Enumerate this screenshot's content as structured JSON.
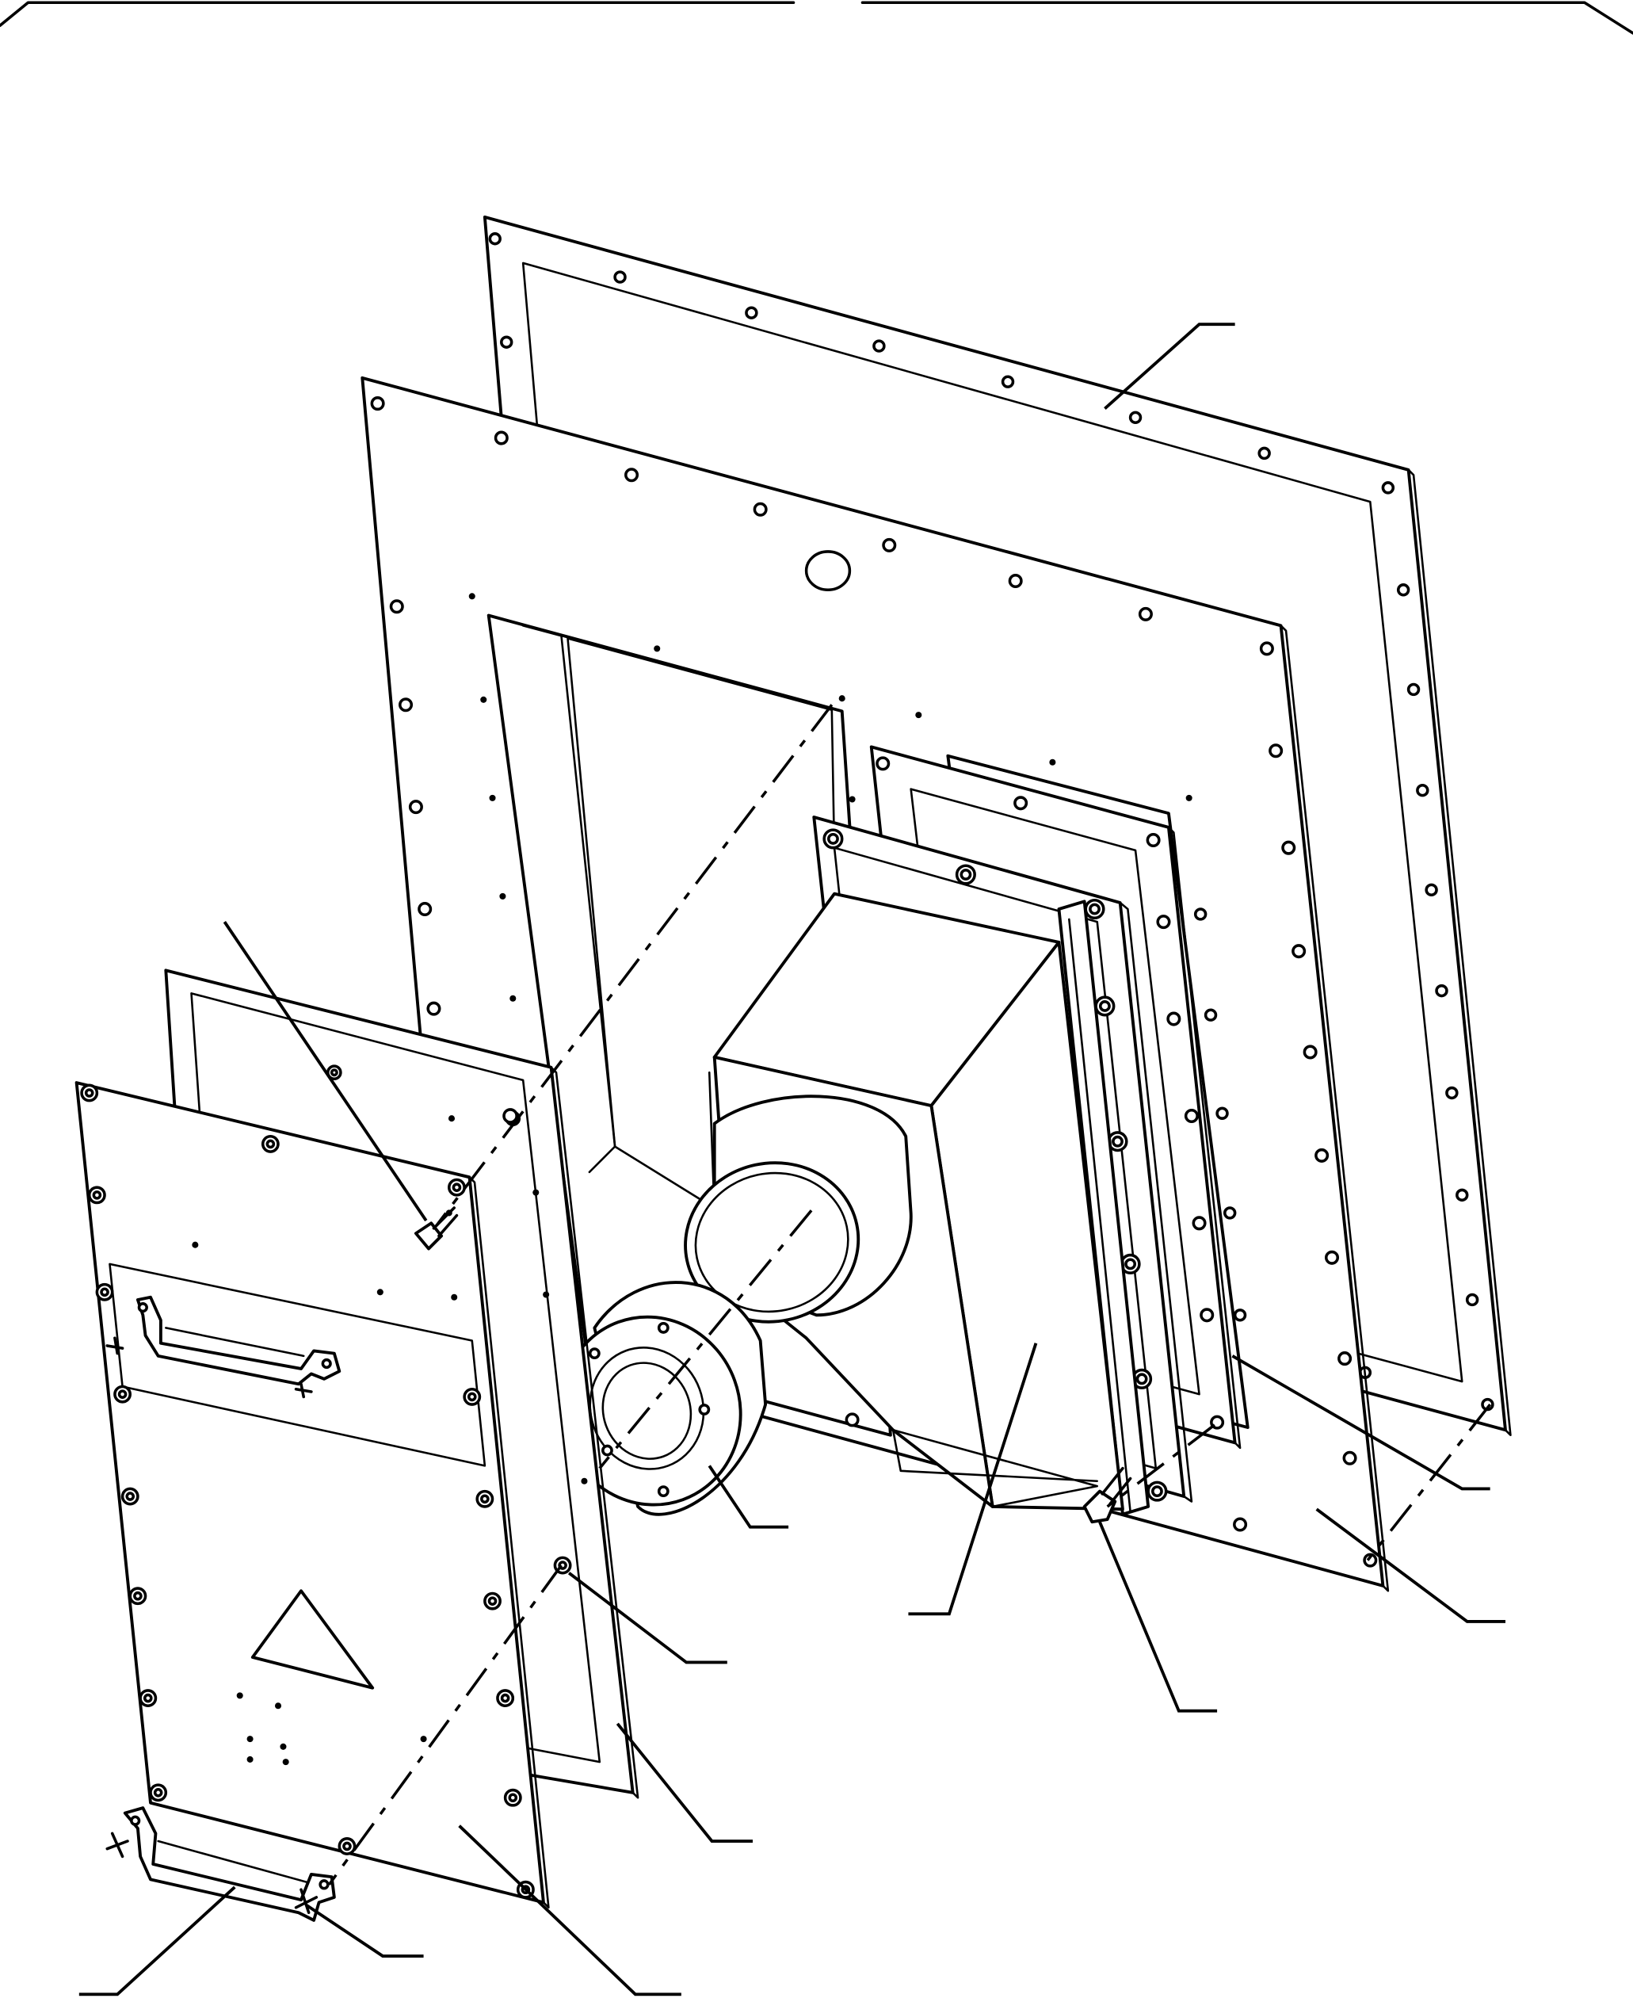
{
  "drawing": {
    "kind": "exploded assembly line drawing",
    "ink_color": "#000000",
    "paper_color": "#ffffff"
  },
  "parts": [
    {
      "name": "rear-gasket-frame",
      "callout": ""
    },
    {
      "name": "mounting-plate",
      "callout": ""
    },
    {
      "name": "flange-gasket",
      "callout": ""
    },
    {
      "name": "transition-duct",
      "callout": ""
    },
    {
      "name": "duct-collar",
      "callout": ""
    },
    {
      "name": "outer-flange-ring",
      "callout": ""
    },
    {
      "name": "front-gasket-frame",
      "callout": ""
    },
    {
      "name": "access-cover-plate",
      "callout": ""
    },
    {
      "name": "carry-handle",
      "callout": ""
    },
    {
      "name": "hex-bolts",
      "callout": ""
    },
    {
      "name": "warning-triangle",
      "callout": ""
    }
  ]
}
